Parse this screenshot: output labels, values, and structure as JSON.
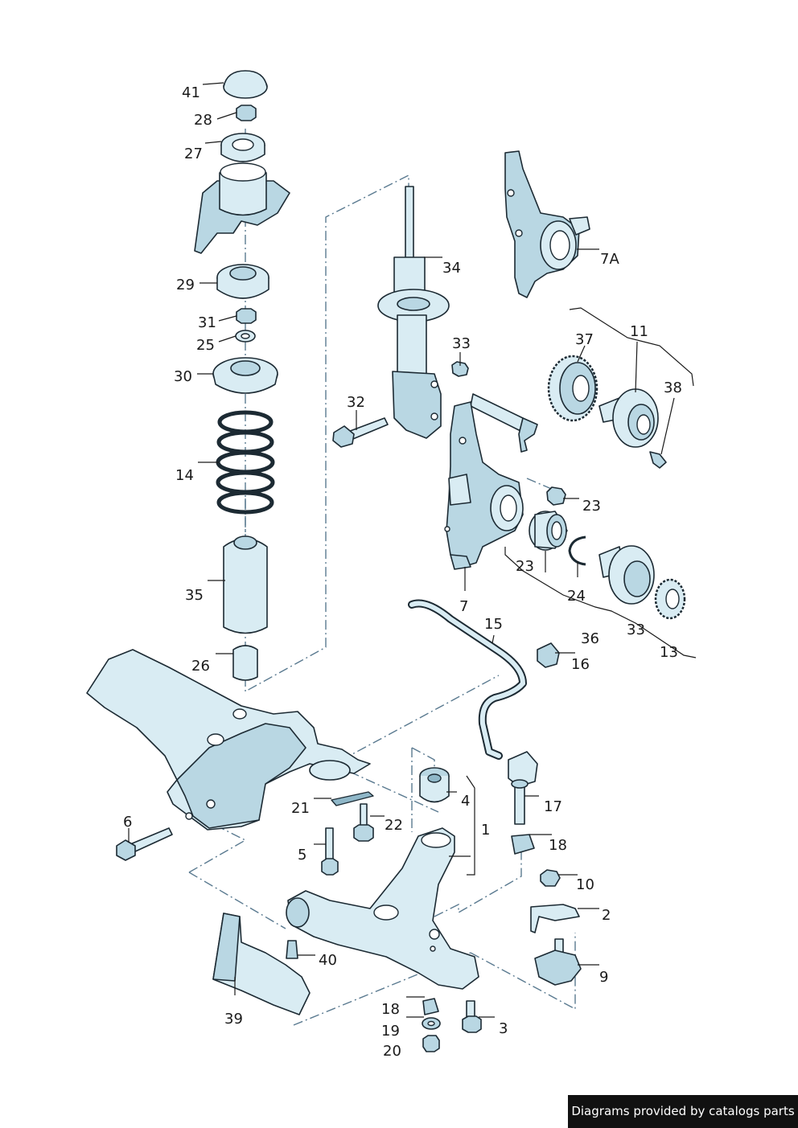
{
  "labels": {
    "p41": "41",
    "p28": "28",
    "p27": "27",
    "p29": "29",
    "p31": "31",
    "p25": "25",
    "p30": "30",
    "p14": "14",
    "p35": "35",
    "p26": "26",
    "p34": "34",
    "p33a": "33",
    "p32": "32",
    "p7A": "7A",
    "p11": "11",
    "p37": "37",
    "p38": "38",
    "p23a": "23",
    "p23b": "23",
    "p24": "24",
    "p7": "7",
    "p33b": "33",
    "p13": "13",
    "p15": "15",
    "p36": "36",
    "p16": "16",
    "p4": "4",
    "p1": "1",
    "p17": "17",
    "p21": "21",
    "p22": "22",
    "p6": "6",
    "p5": "5",
    "p18a": "18",
    "p10": "10",
    "p2": "2",
    "p9": "9",
    "p40": "40",
    "p39": "39",
    "p18b": "18",
    "p19": "19",
    "p20": "20",
    "p3": "3"
  },
  "footer": {
    "text": "Diagrams provided by catalogs parts"
  }
}
